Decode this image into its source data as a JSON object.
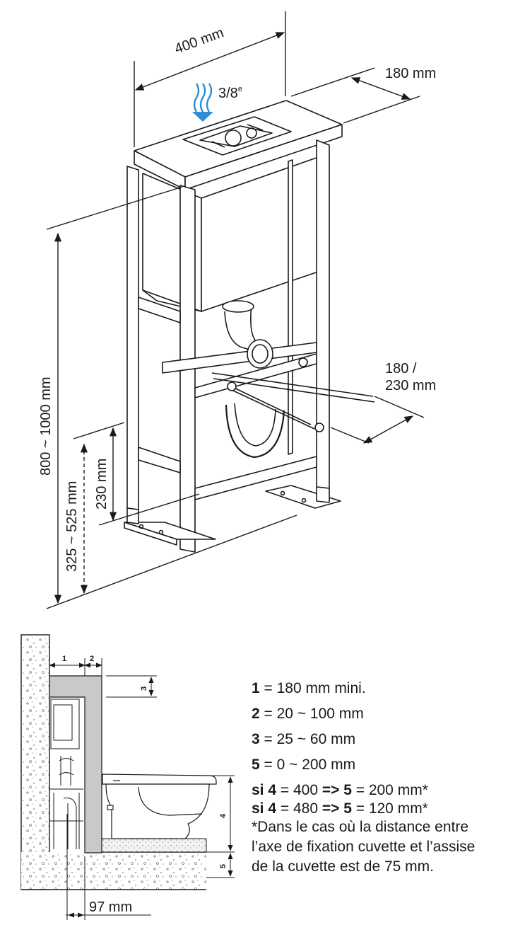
{
  "top_view": {
    "width_label": "400 mm",
    "depth_label": "180 mm",
    "inlet_label": "3/8",
    "inlet_sup": "e",
    "rod_label_line1": "180 /",
    "rod_label_line2": "230 mm",
    "height_label": "800 ~ 1000 mm",
    "drain_height_label": "325 ~ 525 mm",
    "rod_height_label": "230 mm"
  },
  "section_view": {
    "num1": "1",
    "num2": "2",
    "num3": "3",
    "num4": "4",
    "num5": "5",
    "bottom_label": "97 mm"
  },
  "legend": {
    "l1_key": "1",
    "l1_text": " = 180 mm mini.",
    "l2_key": "2",
    "l2_text": " = 20 ~ 100 mm",
    "l3_key": "3",
    "l3_text": " = 25 ~ 60 mm",
    "l4_key": "5",
    "l4_text": " = 0 ~ 200 mm",
    "l5_a": "si 4",
    "l5_b": " = 400 ",
    "l5_c": "=> 5",
    "l5_d": " = 200 mm*",
    "l6_a": "si 4",
    "l6_b": " = 480 ",
    "l6_c": "=> 5",
    "l6_d": " = 120 mm*",
    "n1": "*Dans le cas où la distance entre",
    "n2": "l’axe de fixation cuvette et l’assise",
    "n3": "de la cuvette est de 75 mm."
  },
  "colors": {
    "line": "#1a1a1a",
    "arrow_blue": "#2a8fd6",
    "wall_gray": "#c9c9c9",
    "floor_hatch": "#e6e6e6"
  },
  "icons": [
    "water-inlet-icon"
  ]
}
